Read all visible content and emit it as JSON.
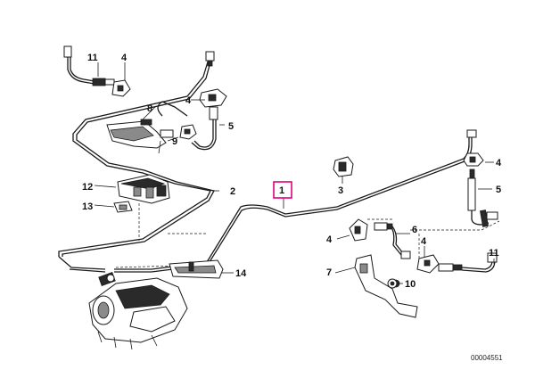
{
  "colors": {
    "highlight": "#e0007a",
    "line": "#1a1a1a",
    "background": "#ffffff"
  },
  "callouts": {
    "c1": "1",
    "c2": "2",
    "c3": "3",
    "c4a": "4",
    "c4b": "4",
    "c4c": "4",
    "c4d": "4",
    "c4e": "4",
    "c5a": "5",
    "c5b": "5",
    "c6": "6",
    "c7": "7",
    "c8": "8",
    "c9": "9",
    "c10": "10",
    "c11a": "11",
    "c11b": "11",
    "c12": "12",
    "c13": "13",
    "c14": "14"
  },
  "highlighted_callout": "1",
  "catalog_number": "00004551"
}
